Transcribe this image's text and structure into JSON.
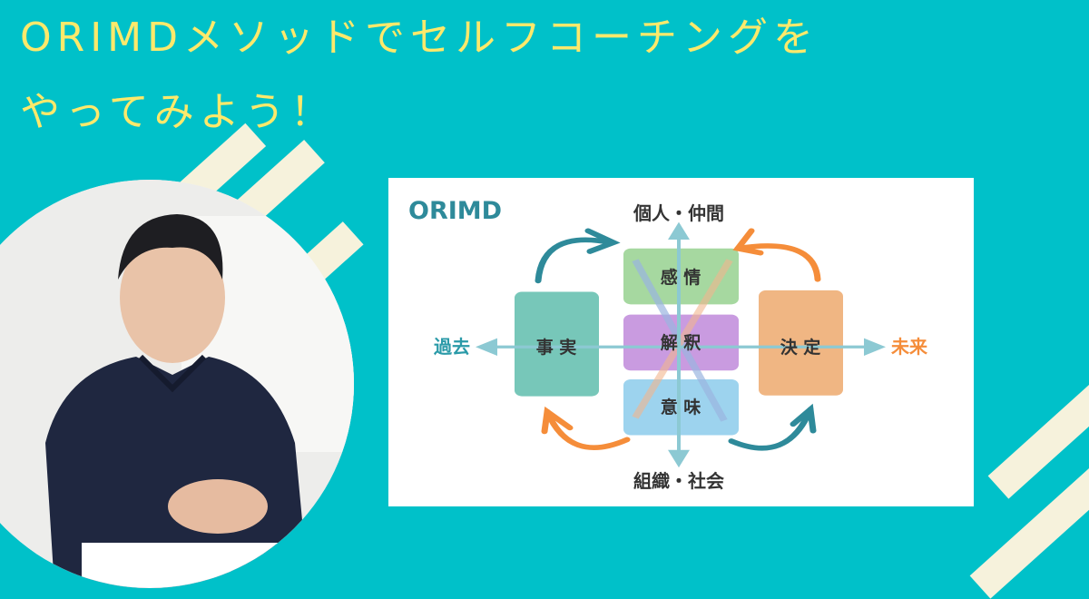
{
  "title": {
    "line1": "ORIMDメソッドでセルフコーチングを",
    "line2": "やってみよう！"
  },
  "diagram": {
    "logo": "ORIMD",
    "top_label": "個人・仲間",
    "bottom_label": "組織・社会",
    "left_label": "過去",
    "right_label": "未来",
    "boxes": {
      "emotion": "感 情",
      "interpretation": "解 釈",
      "meaning": "意 味",
      "fact": "事 実",
      "decision": "決 定"
    }
  },
  "colors": {
    "background": "#00C1C9",
    "title": "#FDE96B",
    "teal": "#2E8A9A",
    "orange": "#F58D3A"
  }
}
